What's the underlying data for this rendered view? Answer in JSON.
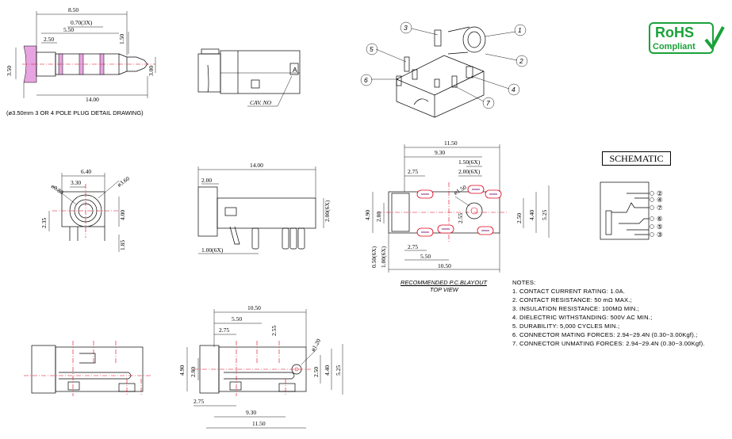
{
  "plug_detail": {
    "caption": "(ø3.50mm 3 OR 4 POLE PLUG DETAIL DRAWING)",
    "dims": [
      "8.50",
      "0.70(3X)",
      "5.50",
      "2.50",
      "1.50",
      "3.50",
      "3.00",
      "14.00"
    ]
  },
  "side_view_small": {
    "label": "CAV. NO",
    "mark": "A"
  },
  "front_view": {
    "dims": [
      "6.40",
      "3.30",
      "ø0.80",
      "ø3.60",
      "2.35",
      "4.00",
      "1.85"
    ]
  },
  "side_view": {
    "dims": [
      "14.00",
      "2.00",
      "2.00(6X)",
      "1.00(6X)"
    ]
  },
  "pcb_layout": {
    "caption_line1": "RECOMMENDED P.C.BLAYOUT",
    "caption_line2": "TOP VIEW",
    "dims": [
      "11.50",
      "9.30",
      "1.50(6X)",
      "2.00(6X)",
      "2.75",
      "ø1.50",
      "4.90",
      "2.80",
      "2.55",
      "2.50",
      "4.40",
      "5.25",
      "0.50(6X)",
      "1.00(6X)",
      "2.75",
      "5.50",
      "10.50"
    ]
  },
  "bottom_view": {
    "dims": [
      "10.50",
      "5.50",
      "2.75",
      "2.55",
      "ø1.20",
      "4.90",
      "2.80",
      "2.50",
      "4.40",
      "5.25",
      "2.75",
      "9.30",
      "11.50"
    ]
  },
  "iso_callouts": [
    "3",
    "1",
    "5",
    "2",
    "6",
    "4",
    "7"
  ],
  "schematic": {
    "title": "SCHEMATIC",
    "pins": [
      "②",
      "④",
      "⑦",
      "⑥",
      "⑤",
      "③"
    ]
  },
  "notes": {
    "title": "NOTES:",
    "items": [
      "1. CONTACT CURRENT RATING: 1.0A.",
      "2. CONTACT RESISTANCE: 50 mΩ MAX.;",
      "3. INSULATION RESISTANCE: 100MΩ MIN.;",
      "4. DIELECTRIC WITHSTANDING: 500V AC MIN.;",
      "5. DURABILITY: 5,000 CYCLES MIN.;",
      "6. CONNECTOR MATING FORCES: 2.94~29.4N (0.30~3.00Kgf).;",
      "7. CONNECTOR UNMATING FORCES: 2.94~29.4N (0.30~3.00Kgf)."
    ]
  },
  "rohs": {
    "line1": "RoHS",
    "line2": "Compliant",
    "color": "#1aa23a"
  },
  "colors": {
    "dim_red": "#e0001a",
    "section_fill": "#e7a4e0"
  }
}
